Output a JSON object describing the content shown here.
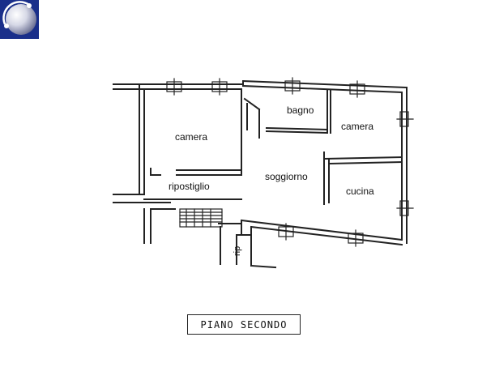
{
  "logo": {
    "icon": "sphere-logo-icon",
    "color": "#1a2f8a"
  },
  "plan": {
    "title": "PIANO SECONDO",
    "rooms": {
      "camera_left": "camera",
      "ripostiglio": "ripostiglio",
      "bagno": "bagno",
      "camera_right": "camera",
      "soggiorno": "soggiorno",
      "cucina": "cucina",
      "rip": "rip"
    },
    "line_color": "#222222"
  }
}
